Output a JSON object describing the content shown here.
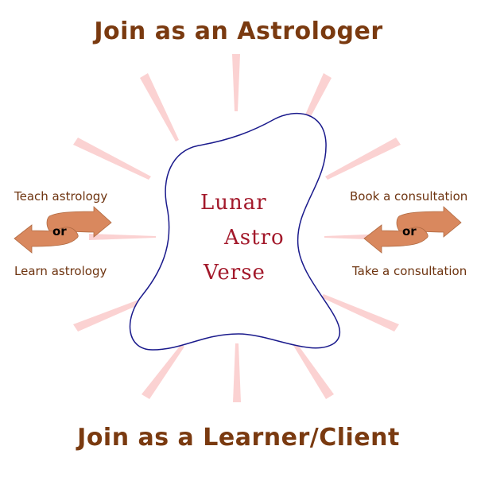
{
  "diagram": {
    "title_top": "Join as an Astrologer",
    "title_bottom": "Join as a Learner/Client",
    "left": {
      "top_label": "Teach astrology",
      "connector": "or",
      "bottom_label": "Learn astrology"
    },
    "right": {
      "top_label": "Book a consultation",
      "connector": "or",
      "bottom_label": "Take a consultation"
    },
    "center": {
      "line1": "Lunar",
      "line2": "Astro",
      "line3": "Verse"
    }
  },
  "colors": {
    "title": "#7a3a10",
    "brand_text": "#a3192b",
    "blob_outline": "#1a1a8c",
    "arrow_fill": "#d9885e",
    "ray": "#fbd0d0"
  },
  "icons": {
    "left_arrows": "swap-arrows-icon",
    "right_arrows": "swap-arrows-icon"
  }
}
